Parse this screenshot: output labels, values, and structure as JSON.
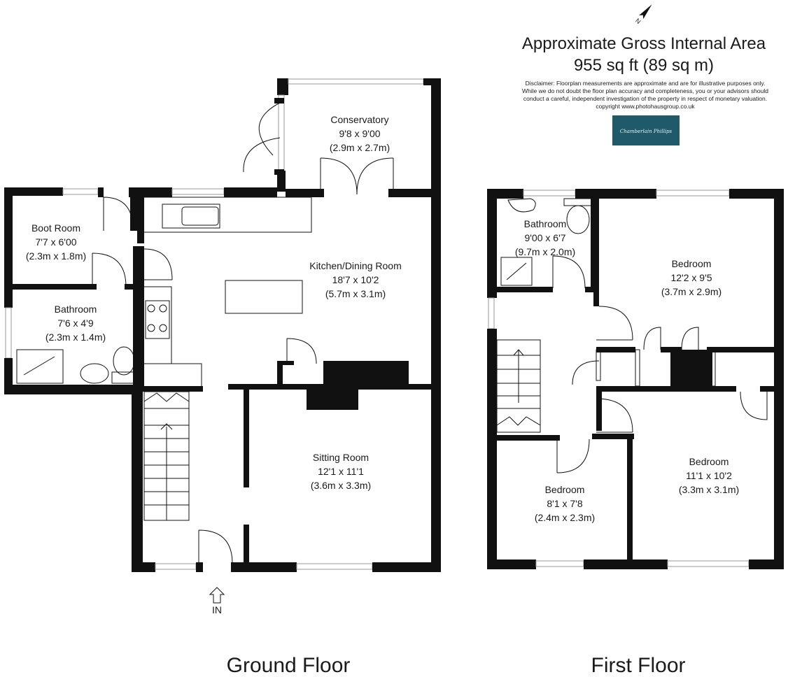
{
  "header": {
    "area_title": "Approximate Gross Internal Area",
    "area_value": "955 sq ft (89 sq m)",
    "disclaimer": [
      "Disclaimer: Floorplan measurements are approximate and are for illustrative purposes only.",
      "While we do not doubt the floor plan accuracy and completeness, you or your advisors should",
      "conduct a careful, independent investigation of the property in respect of monetary valuation.",
      "copyright www.photohausgroup.co.uk"
    ],
    "logo_text": "Chamberlain Phillips",
    "logo_color": "#1f5a6b"
  },
  "ground_floor": {
    "label": "Ground Floor",
    "entrance_label": "IN",
    "rooms": {
      "conservatory": {
        "name": "Conservatory",
        "imperial": "9'8 x 9'00",
        "metric": "(2.9m x 2.7m)"
      },
      "kitchen": {
        "name": "Kitchen/Dining Room",
        "imperial": "18'7 x 10'2",
        "metric": "(5.7m x 3.1m)"
      },
      "boot_room": {
        "name": "Boot Room",
        "imperial": "7'7 x 6'00",
        "metric": "(2.3m x 1.8m)"
      },
      "bathroom": {
        "name": "Bathroom",
        "imperial": "7'6 x 4'9",
        "metric": "(2.3m x 1.4m)"
      },
      "sitting_room": {
        "name": "Sitting Room",
        "imperial": "12'1 x 11'1",
        "metric": "(3.6m x 3.3m)"
      }
    }
  },
  "first_floor": {
    "label": "First Floor",
    "rooms": {
      "bathroom": {
        "name": "Bathroom",
        "imperial": "9'00 x 6'7",
        "metric": "(9.7m x 2.0m)"
      },
      "bedroom1": {
        "name": "Bedroom",
        "imperial": "12'2 x 9'5",
        "metric": "(3.7m x 2.9m)"
      },
      "bedroom2": {
        "name": "Bedroom",
        "imperial": "11'1 x 10'2",
        "metric": "(3.3m x 3.1m)"
      },
      "bedroom3": {
        "name": "Bedroom",
        "imperial": "8'1 x 7'8",
        "metric": "(2.4m x 2.3m)"
      }
    }
  }
}
